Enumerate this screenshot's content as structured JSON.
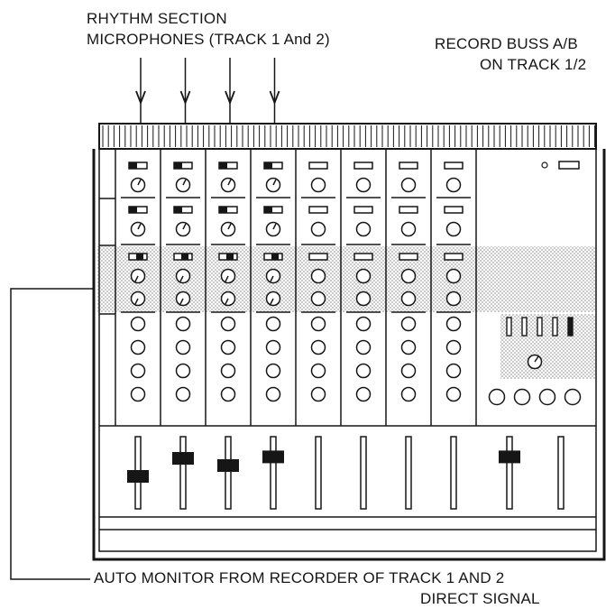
{
  "labels": {
    "rhythm_line1": "RHYTHM SECTION",
    "rhythm_line2": "MICROPHONES (TRACK 1 And 2)",
    "record_line1": "RECORD BUSS A/B",
    "record_line2": "ON TRACK 1/2",
    "auto_line1": "AUTO MONITOR FROM RECORDER OF TRACK 1 AND 2",
    "auto_line2": "DIRECT SIGNAL"
  },
  "mixer": {
    "channel_count": 8,
    "arrowed_channels": 4,
    "meter_pips_master": 5,
    "master_knobs_row": 4,
    "fader_levels": [
      0.45,
      0.7,
      0.6,
      0.72,
      null,
      null,
      null,
      null
    ],
    "master_fader_level": 0.72
  },
  "colors": {
    "ink": "#161616",
    "highlight": "#c9c9c9",
    "panel": "#ffffff"
  }
}
